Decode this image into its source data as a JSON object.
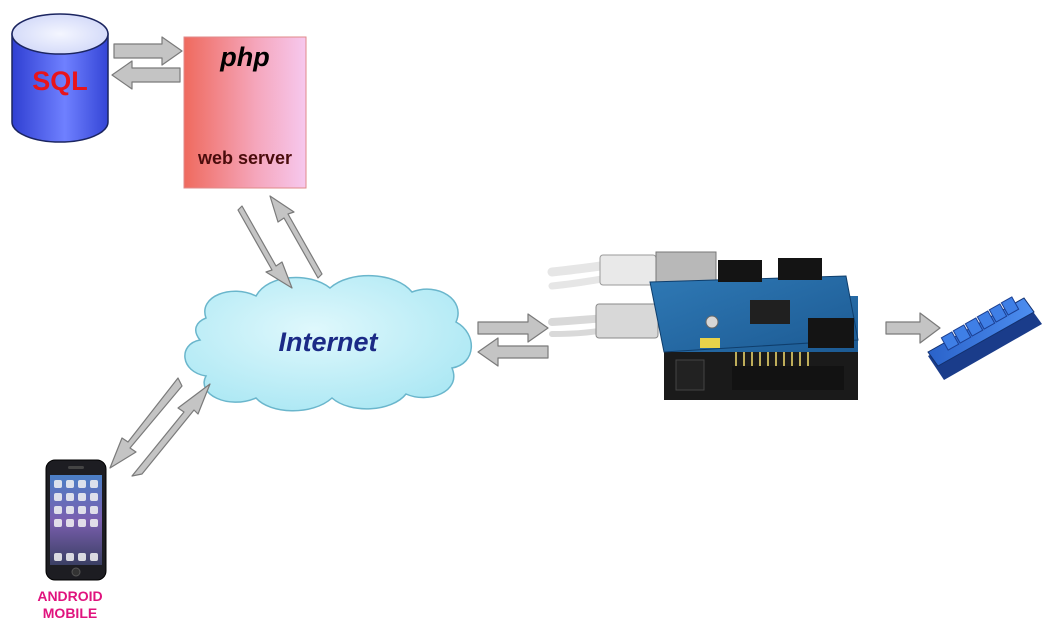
{
  "nodes": {
    "database": {
      "label": "SQL"
    },
    "server": {
      "title": "php",
      "subtitle": "web server"
    },
    "cloud": {
      "label": "Internet"
    },
    "mobile": {
      "label": "ANDROID\nMOBILE"
    },
    "arduino": {
      "icon": "arduino-ethernet-shield-icon"
    },
    "relay": {
      "icon": "relay-module-icon"
    }
  },
  "edges": [
    {
      "from": "database",
      "to": "server",
      "direction": "bidirectional"
    },
    {
      "from": "server",
      "to": "cloud",
      "direction": "bidirectional"
    },
    {
      "from": "cloud",
      "to": "arduino",
      "direction": "bidirectional"
    },
    {
      "from": "cloud",
      "to": "mobile",
      "direction": "bidirectional"
    },
    {
      "from": "arduino",
      "to": "relay",
      "direction": "one-way"
    }
  ],
  "colors": {
    "sql_text": "#e8141b",
    "cylinder": "#3b4fe0",
    "server_gradient_left": "#ef6a5e",
    "server_gradient_right": "#f6c4ea",
    "cloud_fill": "#b3ecf6",
    "internet_text": "#1b2a86",
    "mobile_text": "#e0137e",
    "arrow_fill": "#c4c4c4",
    "arrow_stroke": "#7a7a7a"
  }
}
